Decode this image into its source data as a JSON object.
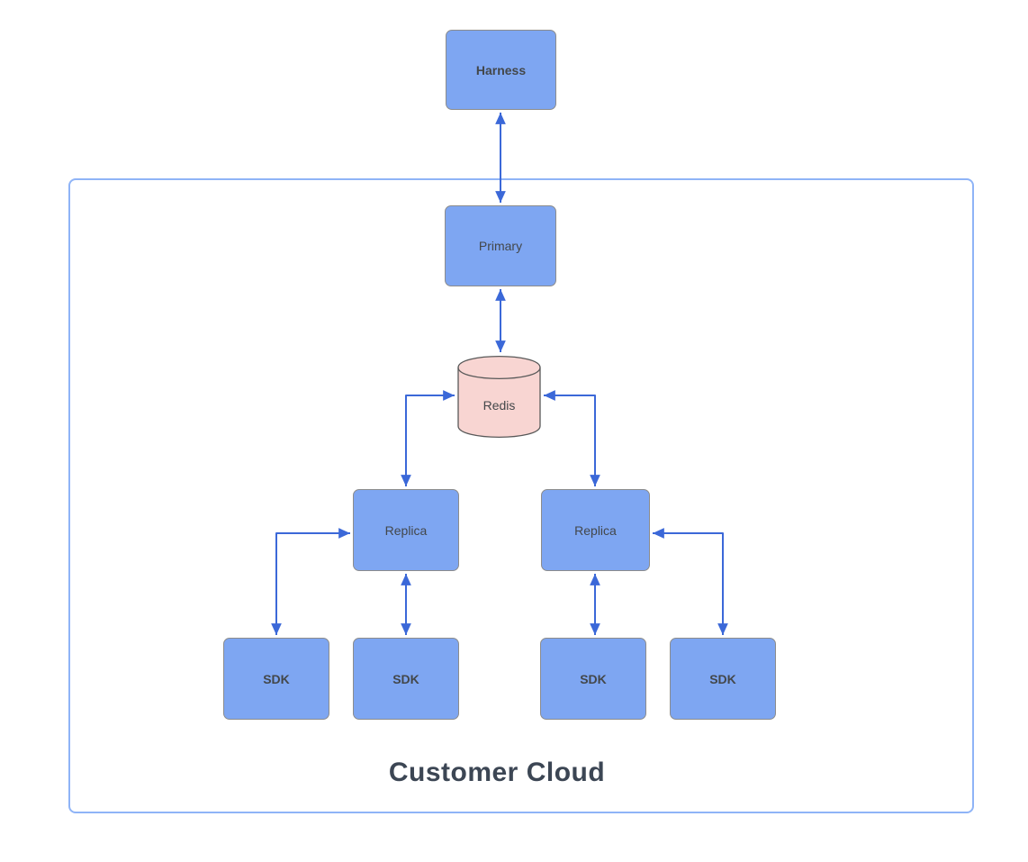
{
  "diagram_title": "Customer Cloud",
  "nodes": {
    "harness": {
      "label": "Harness",
      "shape": "box",
      "emphasis": "bold"
    },
    "primary": {
      "label": "Primary",
      "shape": "box",
      "emphasis": "regular"
    },
    "redis": {
      "label": "Redis",
      "shape": "cylinder",
      "emphasis": "regular"
    },
    "replica_left": {
      "label": "Replica",
      "shape": "box",
      "emphasis": "regular"
    },
    "replica_right": {
      "label": "Replica",
      "shape": "box",
      "emphasis": "regular"
    },
    "sdk_1": {
      "label": "SDK",
      "shape": "box",
      "emphasis": "bold"
    },
    "sdk_2": {
      "label": "SDK",
      "shape": "box",
      "emphasis": "bold"
    },
    "sdk_3": {
      "label": "SDK",
      "shape": "box",
      "emphasis": "bold"
    },
    "sdk_4": {
      "label": "SDK",
      "shape": "box",
      "emphasis": "bold"
    }
  },
  "edges": [
    {
      "from": "Harness",
      "to": "Primary",
      "bidirectional": true
    },
    {
      "from": "Primary",
      "to": "Redis",
      "bidirectional": true
    },
    {
      "from": "Redis",
      "to": "Replica (left)",
      "bidirectional": true
    },
    {
      "from": "Redis",
      "to": "Replica (right)",
      "bidirectional": true
    },
    {
      "from": "Replica (left)",
      "to": "SDK (outer left)",
      "bidirectional": true
    },
    {
      "from": "Replica (left)",
      "to": "SDK (inner left)",
      "bidirectional": true
    },
    {
      "from": "Replica (right)",
      "to": "SDK (inner right)",
      "bidirectional": true
    },
    {
      "from": "Replica (right)",
      "to": "SDK (outer right)",
      "bidirectional": true
    }
  ],
  "colors": {
    "node_fill": "#7ea6f2",
    "node_border": "#8c8c8c",
    "redis_fill": "#f8d5d2",
    "redis_border": "#595959",
    "arrow": "#3b68d8",
    "container_border": "#8fb4f7",
    "label_text": "#43474a",
    "title_text": "#3c4654"
  }
}
